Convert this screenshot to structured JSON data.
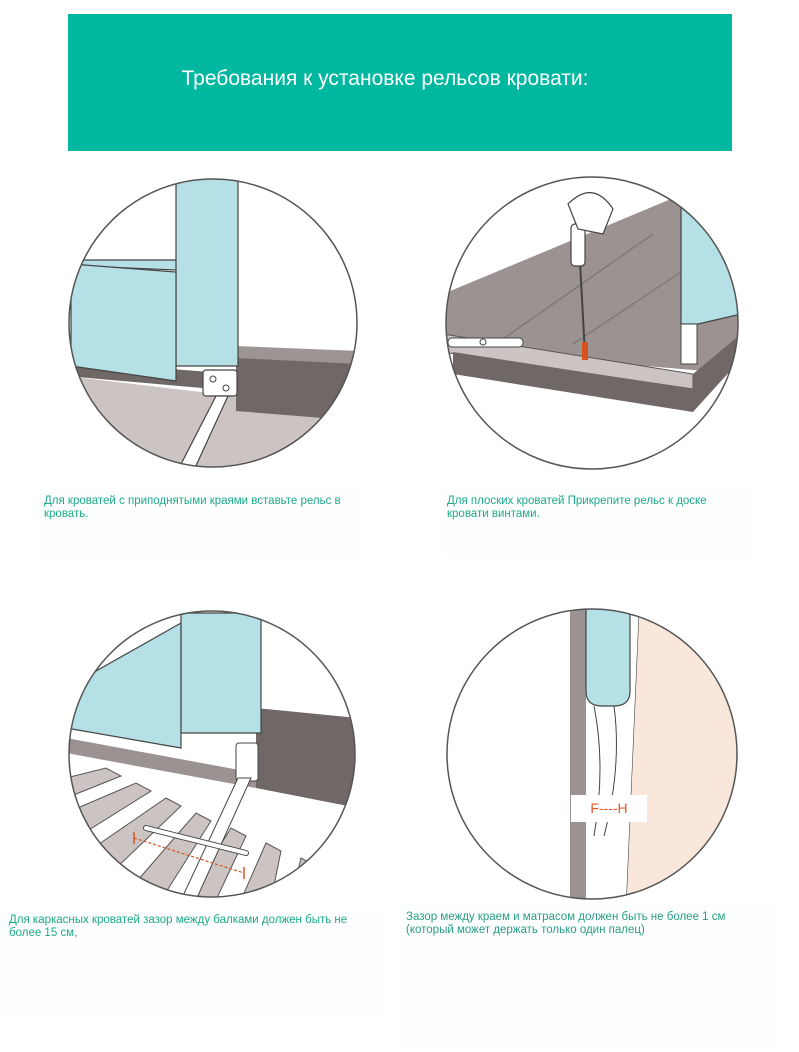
{
  "header": {
    "title": "Требования к установке рельсов кровати:"
  },
  "panels": [
    {
      "caption": "Для кроватей с приподнятыми краями вставьте рельс в кровать."
    },
    {
      "caption": "Для плоских кроватей Прикрепите рельс к доске кровати винтами."
    },
    {
      "caption": "Для каркасных кроватей зазор между балками должен быть не более 15 см,"
    },
    {
      "caption": "Зазор между краем и матрасом должен быть не более 1 см (который может держать только один палец)",
      "gap_label": "F----H"
    }
  ],
  "colors": {
    "banner": "#00b7a0",
    "rail_fabric": "#b5e0e6",
    "bed_grey": "#6f6866",
    "mattress_light": "#cbc4c3",
    "accent_orange": "#d9531e",
    "skin": "#fae7dc"
  }
}
